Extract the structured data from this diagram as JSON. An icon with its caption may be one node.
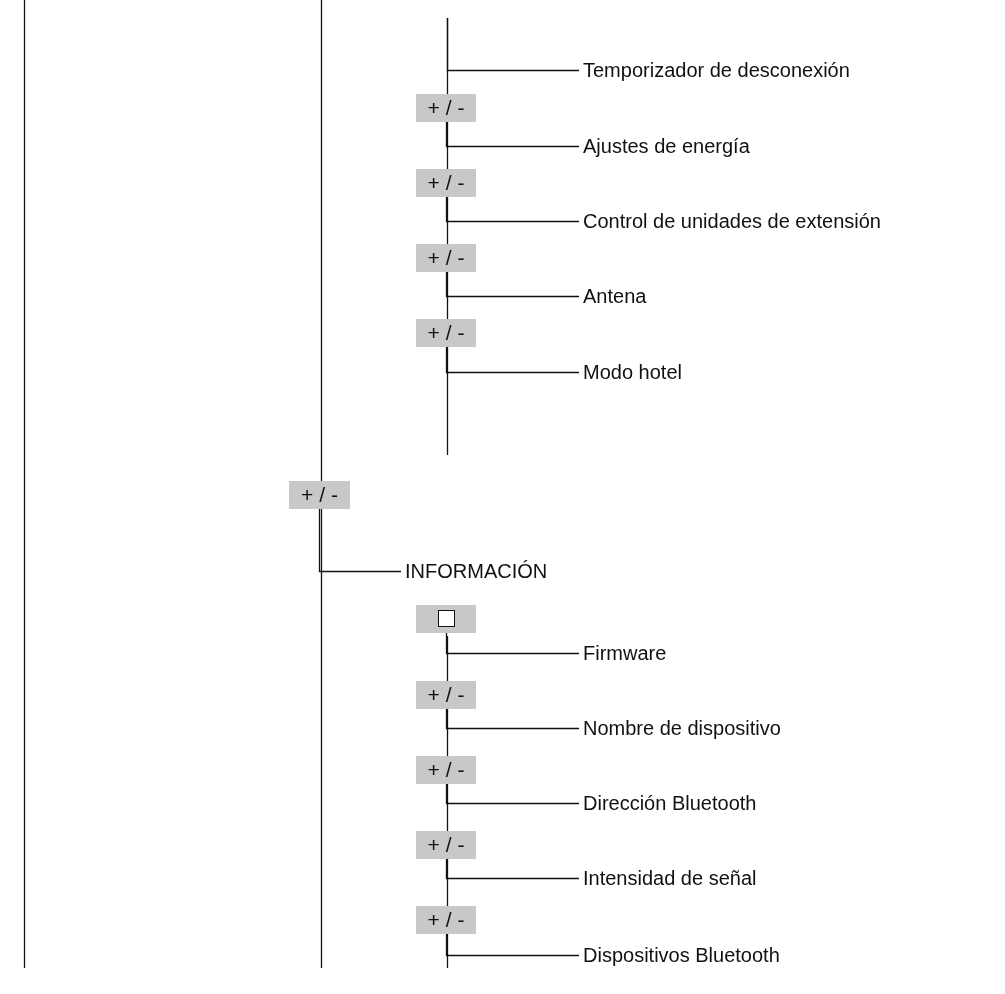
{
  "diagram": {
    "nodes": [
      {
        "text": [
          "Temporizador de desconexión"
        ]
      },
      {
        "text": [
          "+ / -"
        ]
      },
      {
        "text": [
          "Ajustes de energía"
        ]
      },
      {
        "text": [
          "+ / -"
        ]
      },
      {
        "text": [
          "Control de unidades de extensión"
        ]
      },
      {
        "text": [
          "+ / -"
        ]
      },
      {
        "text": [
          "Antena"
        ]
      },
      {
        "text": [
          "+ / -"
        ]
      },
      {
        "text": [
          "Modo hotel"
        ]
      },
      {
        "text": [
          "+ / -"
        ]
      },
      {
        "text": [
          "INFORMACIÓN"
        ]
      },
      {
        "text": [],
        "shape": "box"
      },
      {
        "text": [
          "Firmware"
        ]
      },
      {
        "text": [
          "+ / -"
        ]
      },
      {
        "text": [
          "Nombre de dispositivo"
        ]
      },
      {
        "text": [
          "+ / -"
        ]
      },
      {
        "text": [
          "Dirección Bluetooth"
        ]
      },
      {
        "text": [
          "+ / -"
        ]
      },
      {
        "text": [
          "Intensidad de señal"
        ]
      },
      {
        "text": [
          "+ / -"
        ]
      },
      {
        "text": [
          "Dispositivos Bluetooth"
        ]
      }
    ],
    "edges": [
      {
        "from": null,
        "to": 0,
        "arrow": "none"
      },
      {
        "from": 1,
        "to": 2,
        "arrow": "none"
      },
      {
        "from": 3,
        "to": 4,
        "arrow": "none"
      },
      {
        "from": 5,
        "to": 6,
        "arrow": "none"
      },
      {
        "from": 7,
        "to": 8,
        "arrow": "none"
      },
      {
        "from": 9,
        "to": 10,
        "arrow": "none"
      },
      {
        "from": 11,
        "to": 12,
        "arrow": "none"
      },
      {
        "from": 13,
        "to": 14,
        "arrow": "none"
      },
      {
        "from": 15,
        "to": 16,
        "arrow": "none"
      },
      {
        "from": 17,
        "to": 18,
        "arrow": "none"
      },
      {
        "from": 19,
        "to": 20,
        "arrow": "none"
      }
    ]
  }
}
